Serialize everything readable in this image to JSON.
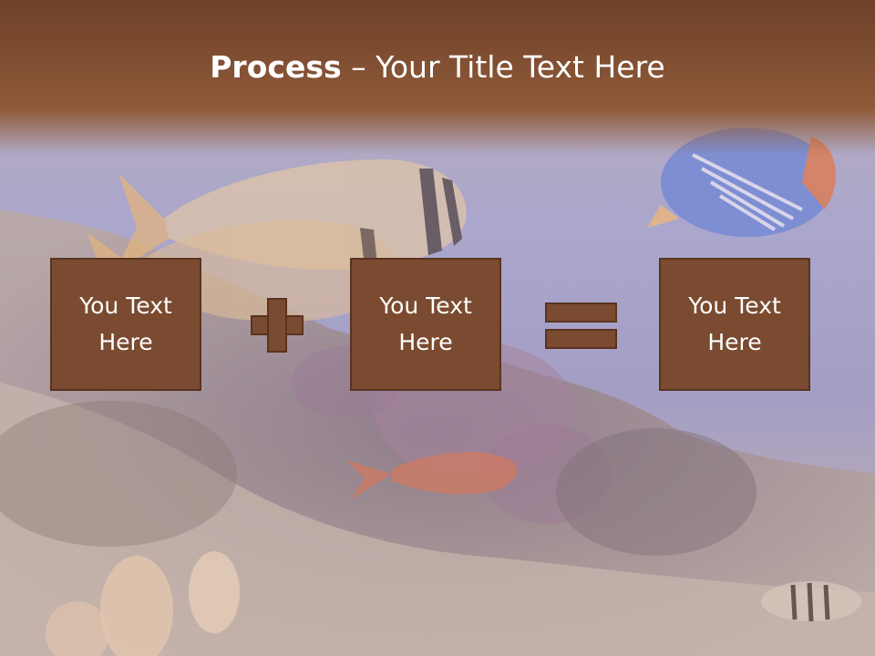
{
  "title": {
    "strong": "Process",
    "rest": " – Your Title Text Here"
  },
  "boxes": [
    {
      "line1": "You Text",
      "line2": "Here"
    },
    {
      "line1": "You Text",
      "line2": "Here"
    },
    {
      "line1": "You Text",
      "line2": "Here"
    }
  ],
  "operators": [
    "plus",
    "equals"
  ],
  "colors": {
    "banner": "#8a5434",
    "box_fill": "#7a4b30",
    "box_border": "#5a3320",
    "water": "#a9a6d0"
  }
}
